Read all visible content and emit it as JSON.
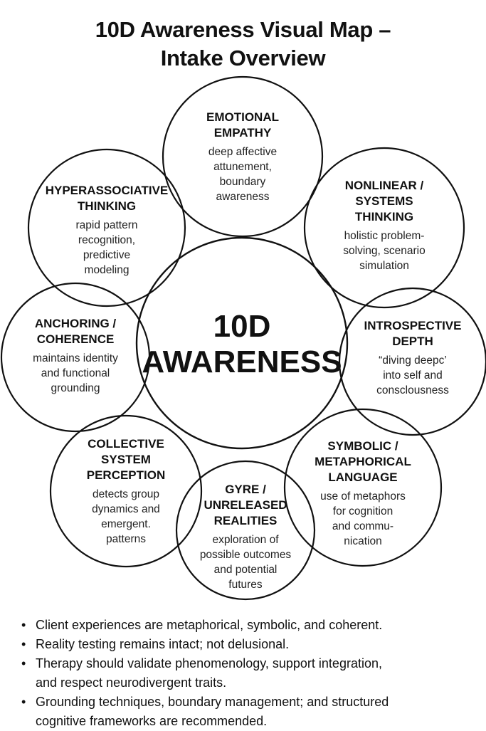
{
  "title": [
    "10D Awareness Visual Map –",
    "Intake Overview"
  ],
  "center": [
    "10D",
    "AWARENESS"
  ],
  "nodes": [
    {
      "id": "emotional-empathy",
      "heading": [
        "EMOTIONAL",
        "EMPATHY"
      ],
      "body": [
        "deep affective",
        "attunement,",
        "boundary",
        "awareness"
      ]
    },
    {
      "id": "hyperassociative-thinking",
      "heading": [
        "HYPERASSOCIATIVE",
        "THINKING"
      ],
      "body": [
        "rapid pattern",
        "recognition,",
        "predictive",
        "modeling"
      ]
    },
    {
      "id": "nonlinear-systems-thinking",
      "heading": [
        "NONLINEAR /",
        "SYSTEMS",
        "THINKING"
      ],
      "body": [
        "holistic problem-",
        "solving, scenario",
        "simulation"
      ]
    },
    {
      "id": "anchoring-coherence",
      "heading": [
        "ANCHORING /",
        "COHERENCE"
      ],
      "body": [
        "maintains identity",
        "and functional",
        "grounding"
      ]
    },
    {
      "id": "introspective-depth",
      "heading": [
        "INTROSPECTIVE",
        "DEPTH"
      ],
      "body": [
        "“diving deepc’",
        "into self and",
        "consclousness"
      ]
    },
    {
      "id": "collective-system-perception",
      "heading": [
        "COLLECTIVE",
        "SYSTEM",
        "PERCEPTION"
      ],
      "body": [
        "detects group",
        "dynamics and",
        "emergent.",
        "patterns"
      ]
    },
    {
      "id": "symbolic-metaphorical-language",
      "heading": [
        "SYMBOLIC /",
        "METAPHORICAL",
        "LANGUAGE"
      ],
      "body": [
        "use of metaphors",
        "for cognition",
        "and commu-",
        "nication"
      ]
    },
    {
      "id": "gyre-unreleased-realities",
      "heading": [
        "GYRE /",
        "UNRELEASED",
        "REALITIES"
      ],
      "body": [
        "exploration of",
        "possible outcomes",
        "and potential",
        "futures"
      ]
    }
  ],
  "notes": [
    [
      "Client experiences are metaphorical, symbolic, and coherent."
    ],
    [
      "Reality testing remains intact; not delusional."
    ],
    [
      "Therapy should validate phenomenology, support integration,",
      "and respect neurodivergent traits."
    ],
    [
      "Grounding techniques, boundary management; and structured",
      "cognitive frameworks are recommended."
    ]
  ]
}
